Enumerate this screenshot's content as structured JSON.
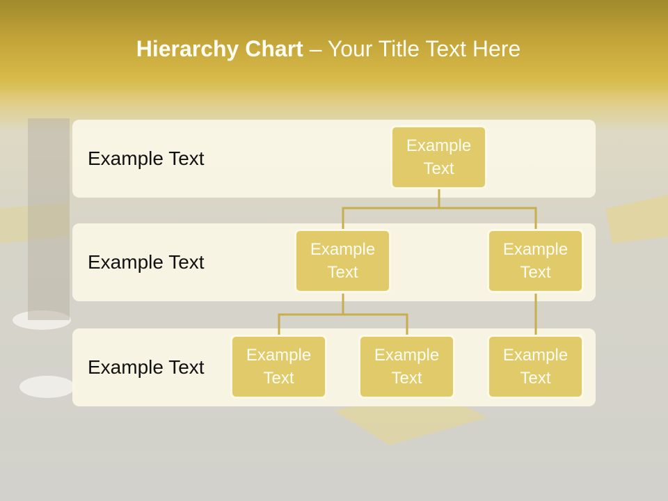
{
  "title": {
    "bold": "Hierarchy Chart",
    "rest": " – Your Title Text Here"
  },
  "levels": [
    {
      "label": "Example Text"
    },
    {
      "label": "Example Text"
    },
    {
      "label": "Example Text"
    }
  ],
  "nodes": {
    "root": "Example\nText",
    "level2_left": "Example\nText",
    "level2_right": "Example\nText",
    "level3_left": "Example\nText",
    "level3_middle": "Example\nText",
    "level3_right": "Example\nText"
  },
  "colors": {
    "node": "#e1ca6a",
    "connector": "#c7ae4e",
    "band": "#faf6e6",
    "header": "#c4a53a"
  }
}
